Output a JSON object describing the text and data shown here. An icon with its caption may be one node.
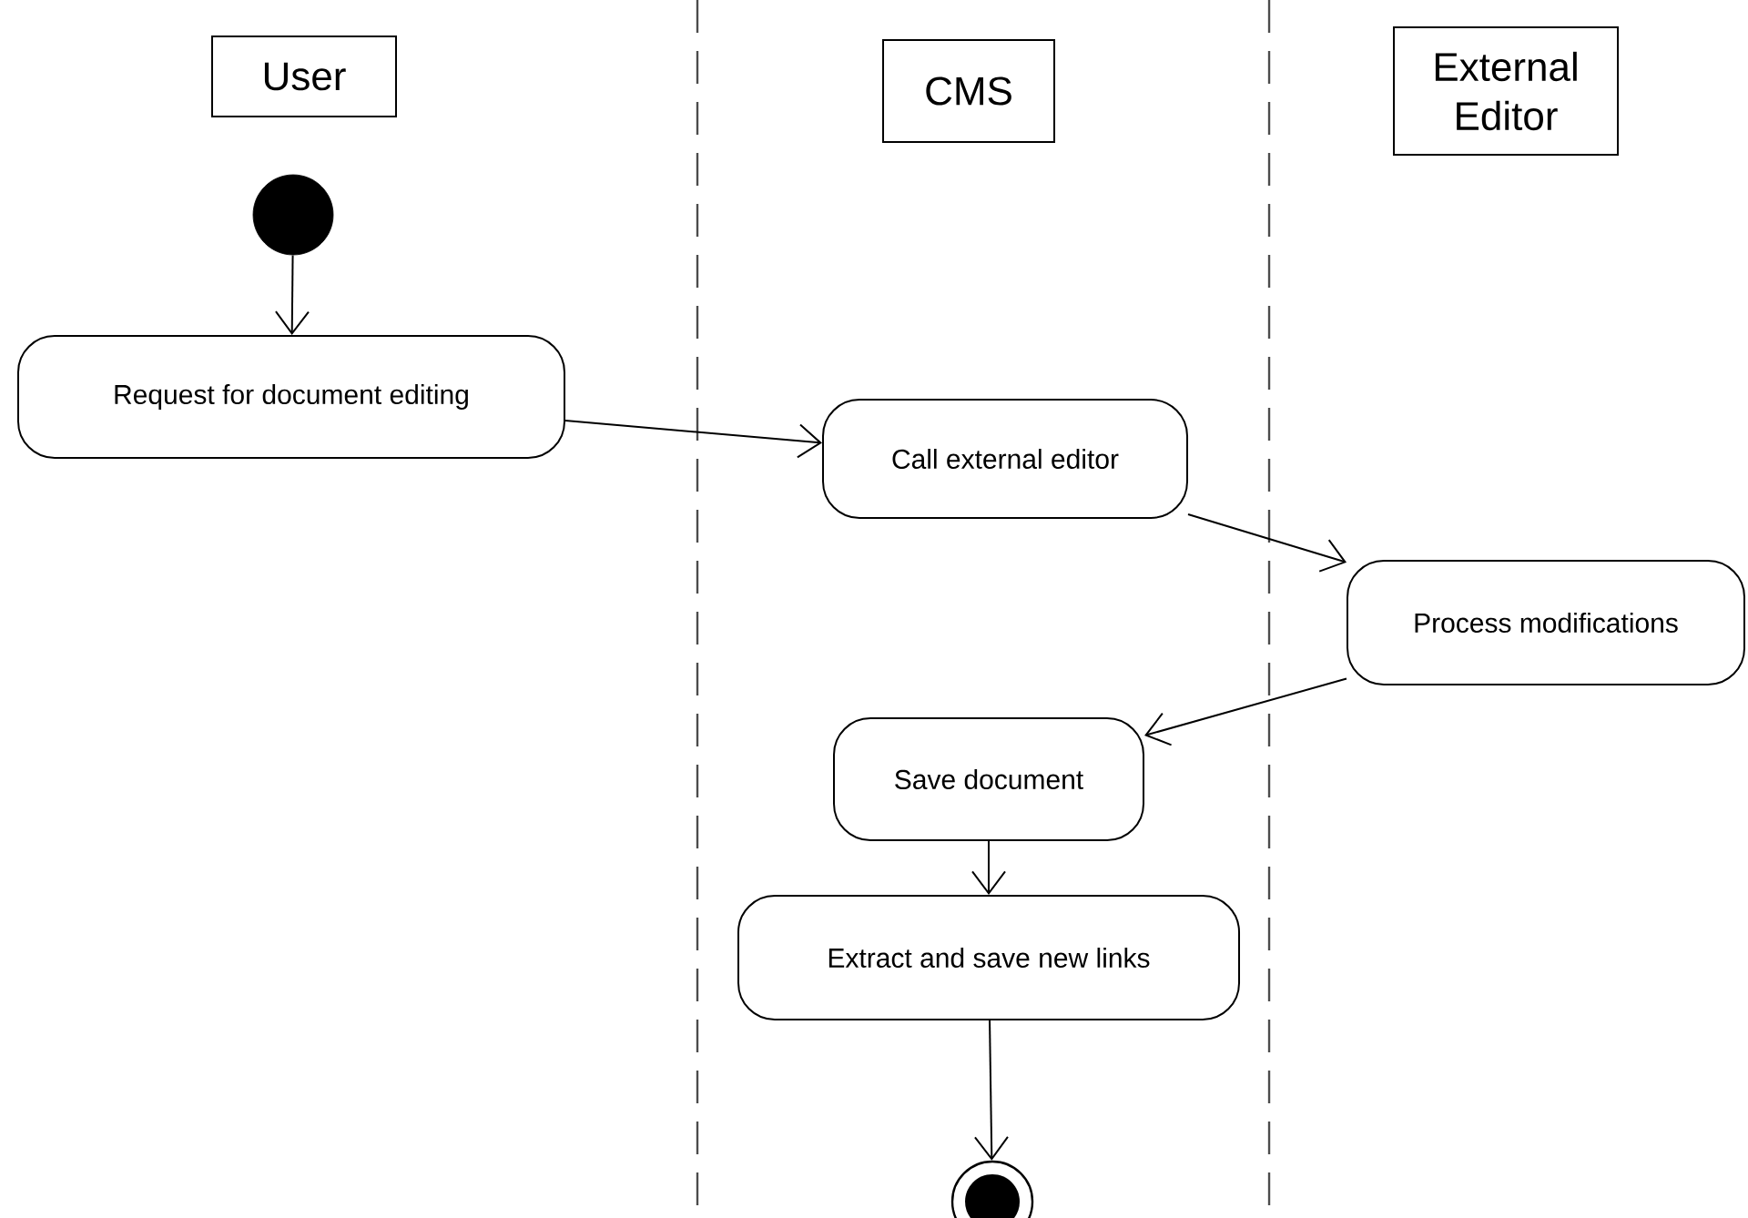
{
  "diagram": {
    "nodes": [
      {
        "text": [
          "User"
        ]
      },
      {
        "text": [
          "CMS"
        ]
      },
      {
        "text": [
          "External Editor"
        ]
      },
      {
        "text": [],
        "shape": "circle"
      },
      {
        "text": [
          "Request for document editing"
        ]
      },
      {
        "text": [
          "Call external editor"
        ]
      },
      {
        "text": [
          "Process modifications"
        ]
      },
      {
        "text": [
          "Save document"
        ]
      },
      {
        "text": [
          "Extract and save new links"
        ]
      },
      {
        "text": [],
        "shape": "bullseye"
      }
    ],
    "edges": [
      {
        "from": 3,
        "to": 4,
        "arrow": "to"
      },
      {
        "from": 4,
        "to": 5,
        "arrow": "to"
      },
      {
        "from": 5,
        "to": 6,
        "arrow": "to"
      },
      {
        "from": 6,
        "to": 7,
        "arrow": "to"
      },
      {
        "from": 7,
        "to": 8,
        "arrow": "to"
      },
      {
        "from": 8,
        "to": 9,
        "arrow": "to"
      }
    ]
  }
}
